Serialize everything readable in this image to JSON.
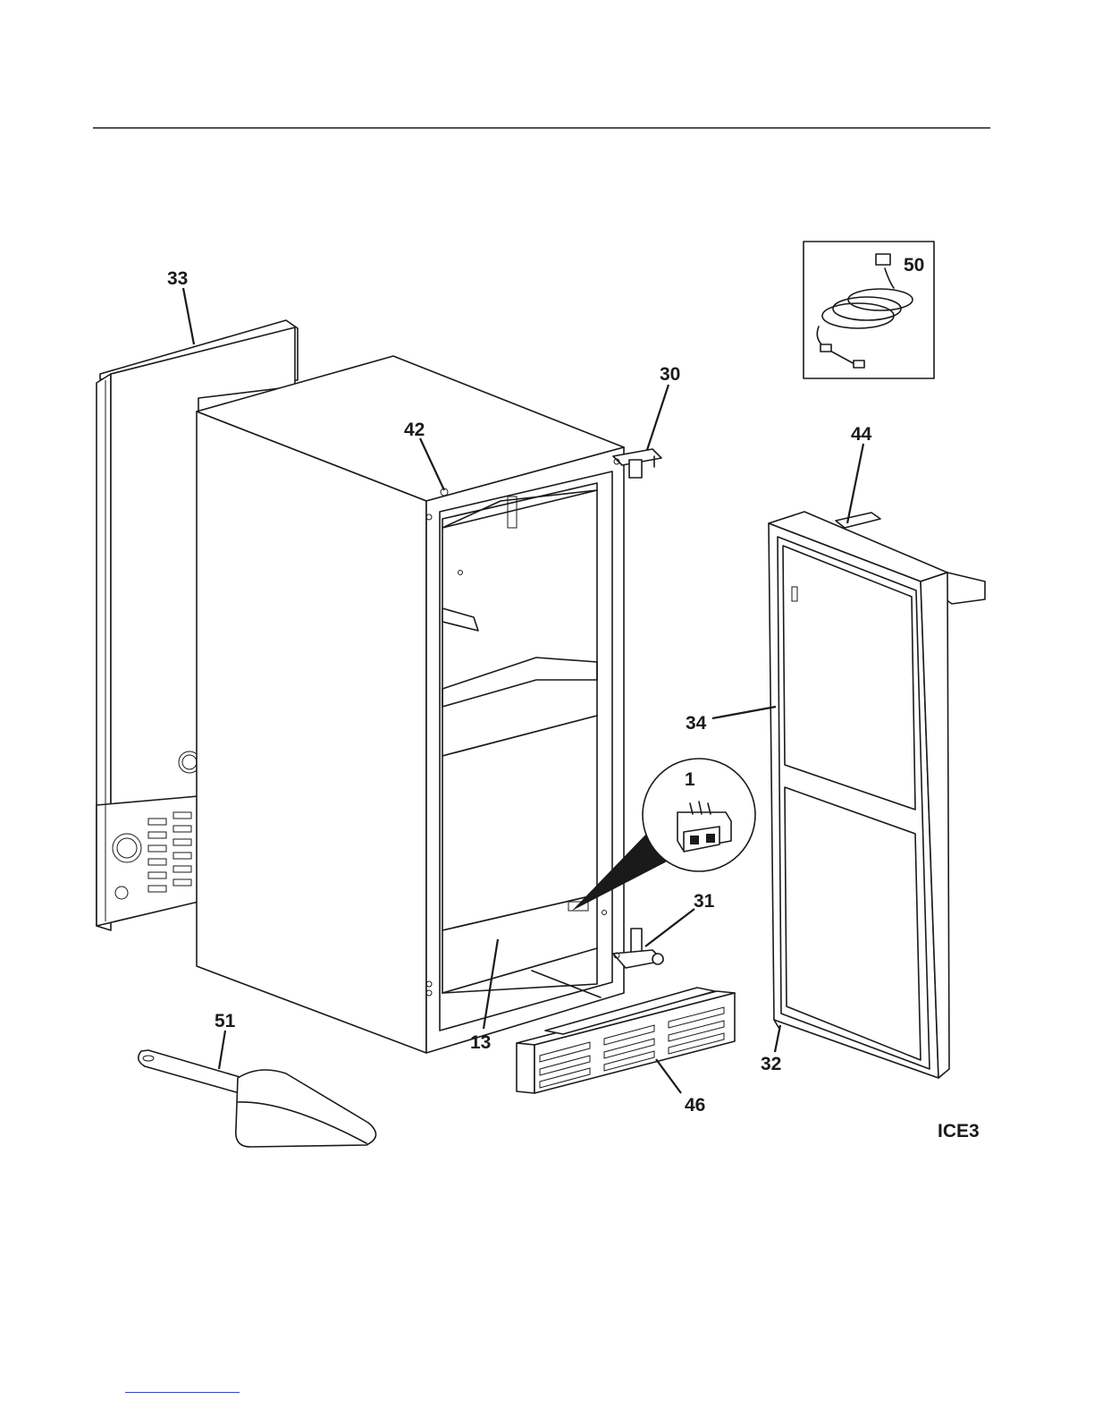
{
  "figure_code": "ICE3",
  "callouts": {
    "c1": "1",
    "c13": "13",
    "c30": "30",
    "c31": "31",
    "c32": "32",
    "c33": "33",
    "c34": "34",
    "c42": "42",
    "c44": "44",
    "c46": "46",
    "c50": "50",
    "c51": "51"
  }
}
